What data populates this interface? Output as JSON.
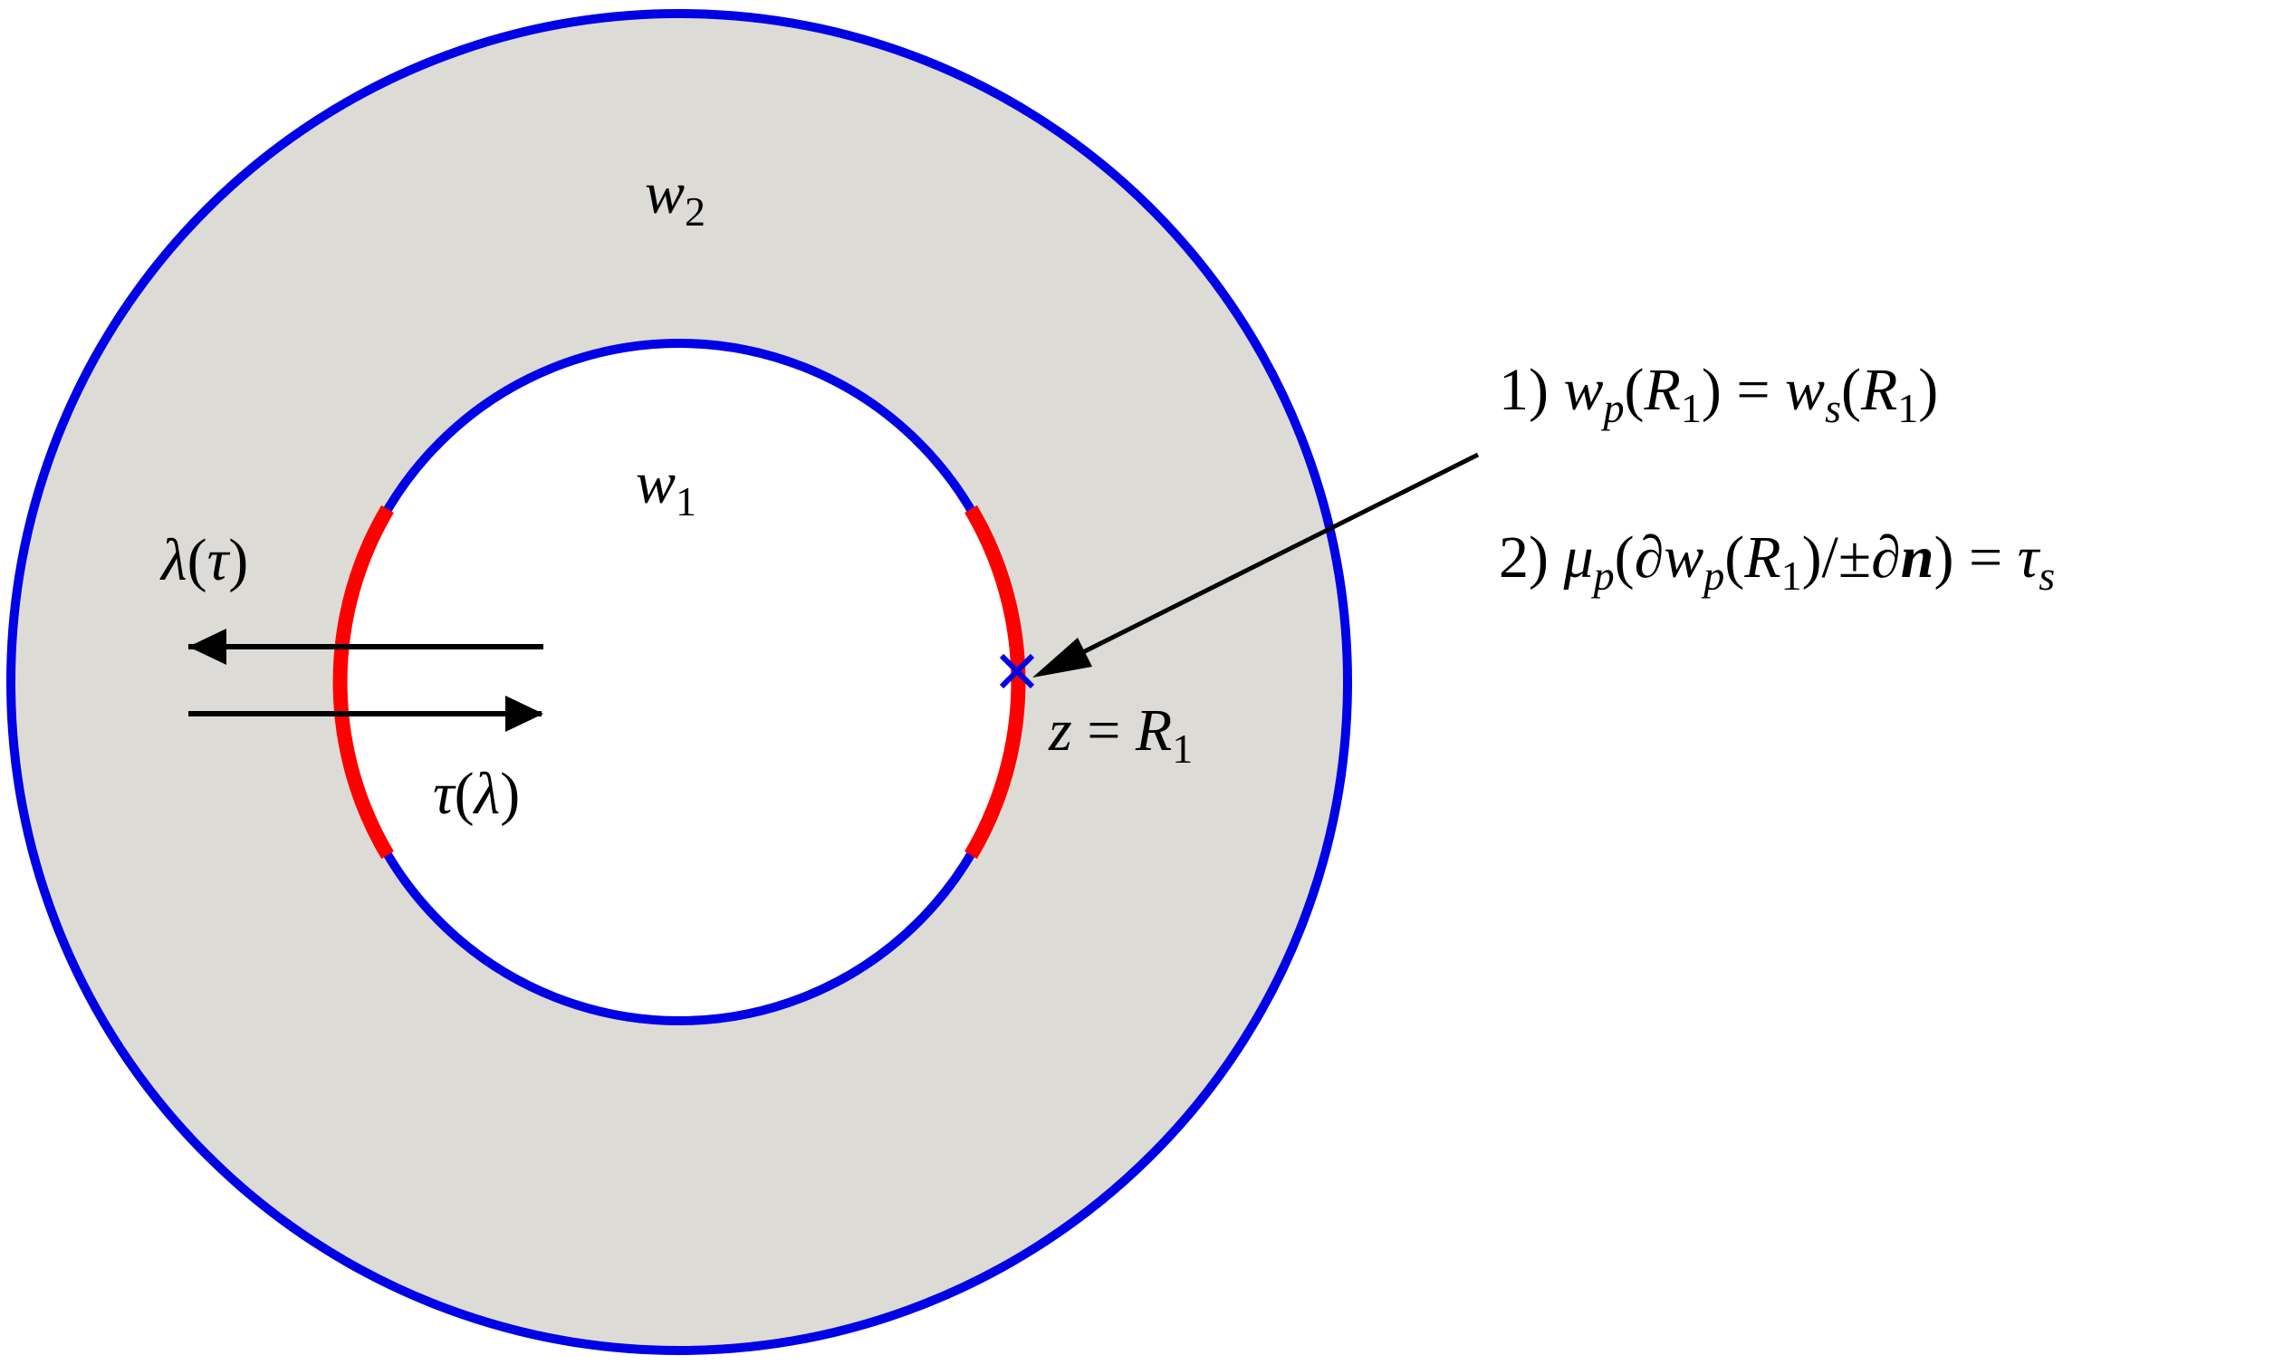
{
  "colors": {
    "background": "#ffffff",
    "annulus_fill": "#dddbd6",
    "boundary": "#0000e6",
    "interface_arc": "#ff0000",
    "arrow": "#000000",
    "marker": "#0000e6"
  },
  "labels": {
    "outer_region": {
      "sym": "w",
      "sub": "2"
    },
    "inner_region": {
      "sym": "w",
      "sub": "1"
    },
    "lambda_tau": {
      "a": "λ",
      "open": "(",
      "b": "τ",
      "close": ")"
    },
    "tau_lambda": {
      "a": "τ",
      "open": "(",
      "b": "λ",
      "close": ")"
    },
    "point": {
      "z": "z",
      "eq": " = ",
      "R": "R",
      "sub": "1"
    }
  },
  "conditions": [
    {
      "num": "1)",
      "w1": "w",
      "sub1": "p",
      "arg1": "(R",
      "arg1sub": "1",
      "arg1close": ")",
      "eq": " = ",
      "w2": "w",
      "sub2": "s",
      "arg2": "(R",
      "arg2sub": "1",
      "arg2close": ")"
    },
    {
      "num": "2)",
      "mu": "μ",
      "musub": "p",
      "open": "(∂",
      "w": "w",
      "wsub": "p",
      "arg": "(R",
      "argsub": "1",
      "argclose": ")",
      "slash": "/±∂",
      "n": "n",
      "close": ")",
      "eq": " = ",
      "tau": "τ",
      "tausub": "s"
    }
  ]
}
